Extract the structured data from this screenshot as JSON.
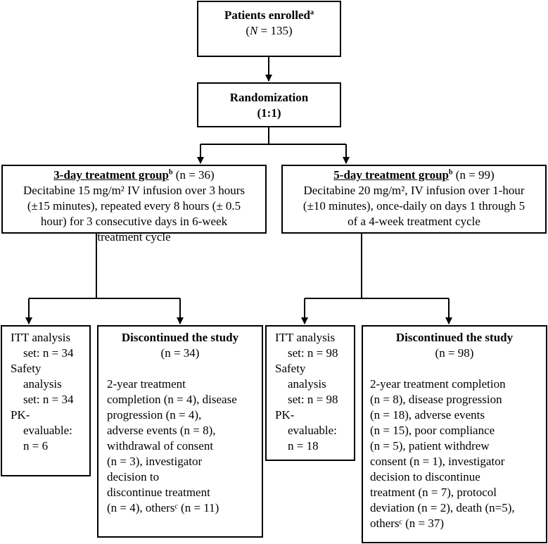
{
  "enrolled": {
    "title": "Patients enrolled",
    "title_sup": "a",
    "n_prefix": "(",
    "n_var": "N",
    "n_rest": " = 135)"
  },
  "randomization": {
    "title": "Randomization",
    "ratio": "(1:1)"
  },
  "group3": {
    "title": "3-day treatment group",
    "title_sup": "b",
    "n": " (n = 36)",
    "lines": [
      "Decitabine 15 mg/m² IV infusion over 3 hours",
      "(±15 minutes), repeated every 8 hours (± 0.5",
      "hour) for 3 consecutive days in 6-week",
      "treatment cycle"
    ]
  },
  "group5": {
    "title": "5-day treatment group",
    "title_sup": "b",
    "n": " (n = 99)",
    "lines": [
      "Decitabine 20 mg/m², IV infusion over 1-hour",
      "(±10 minutes), once-daily on days 1 through 5",
      "of a 4-week treatment cycle"
    ]
  },
  "itt3": {
    "lines": [
      "ITT analysis",
      "set: n = 34",
      "Safety",
      "analysis",
      "set: n = 34",
      "PK-",
      "evaluable:",
      "n = 6"
    ]
  },
  "disc3": {
    "title": "Discontinued the study",
    "n": "(n = 34)",
    "lines": [
      "2-year treatment",
      "completion (n = 4), disease",
      "progression (n = 4),",
      "adverse events (n = 8),",
      "withdrawal of consent",
      "(n = 3), investigator",
      "decision to",
      "discontinue treatment",
      "(n = 4), othersᶜ (n = 11)"
    ]
  },
  "itt5": {
    "lines": [
      "ITT analysis",
      "set: n = 98",
      "Safety",
      "analysis",
      "set: n = 98",
      "PK-",
      "evaluable:",
      "n = 18"
    ]
  },
  "disc5": {
    "title": "Discontinued the study",
    "n": "(n = 98)",
    "lines": [
      "2-year treatment completion",
      "(n = 8), disease progression",
      "(n = 18), adverse events",
      "(n = 15), poor compliance",
      "(n = 5), patient withdrew",
      "consent (n = 1), investigator",
      "decision to discontinue",
      "treatment (n = 7), protocol",
      "deviation (n = 2), death (n=5),",
      "othersᶜ (n = 37)"
    ]
  }
}
